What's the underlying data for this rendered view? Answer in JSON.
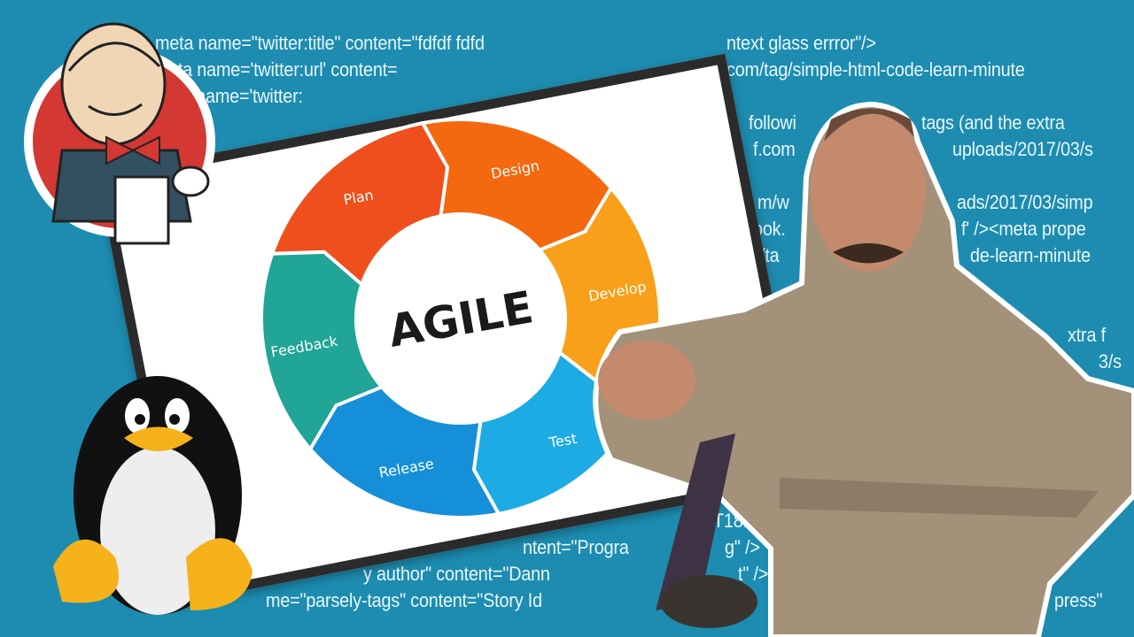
{
  "background_code": [
    "meta name=\"twitter:title\" content=\"fdfdf fdfd",
    "ntext glass errror\"/>",
    "eta name='twitter:url' content=",
    "com/tag/simple-html-code-learn-minute",
    "a name='twitter:",
    "followi",
    "tags (and the extra",
    "f.com",
    "uploads/2017/03/s",
    "m/w",
    "ads/2017/03/simp",
    "ook.",
    "f' /><meta prope",
    "/ta",
    "de-learn-minute",
    "xtra f",
    "3/s",
    "T18:",
    "ntent=\"Progra",
    "g\" />",
    "y author\" content=\"Dann",
    "t\" />",
    "me=\"parsely-tags\" content=\"Story Id",
    "press\""
  ],
  "agile_diagram": {
    "center_label": "AGILE",
    "stages": [
      {
        "label": "Plan",
        "color": "#ef4f1c"
      },
      {
        "label": "Design",
        "color": "#f4680f"
      },
      {
        "label": "Develop",
        "color": "#f8a01a"
      },
      {
        "label": "Test",
        "color": "#1cabe3"
      },
      {
        "label": "Release",
        "color": "#168fd9"
      },
      {
        "label": "Feedback",
        "color": "#20a596"
      }
    ]
  },
  "colors": {
    "background": "#1d8cb0",
    "card_border": "#2b2b2b"
  },
  "icons": [
    "jenkins-logo",
    "tux-penguin",
    "laughing-man-with-microphone"
  ]
}
